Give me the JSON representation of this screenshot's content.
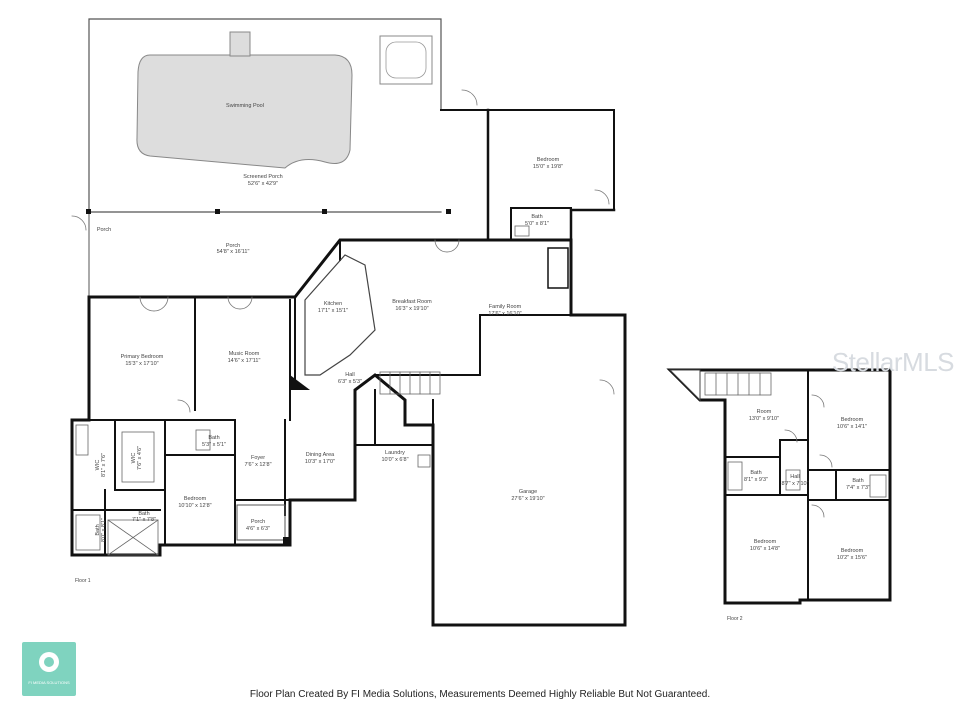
{
  "floor1": {
    "label": "Floor 1",
    "rooms": {
      "pool": {
        "name": "Swimming Pool",
        "dims": ""
      },
      "screened_porch": {
        "name": "Screened Porch",
        "dims": "52'6\" x 42'9\""
      },
      "porch": {
        "name": "Porch",
        "dims": ""
      },
      "porch2": {
        "name": "Porch",
        "dims": "54'8\" x 16'11\""
      },
      "bedroom_ne": {
        "name": "Bedroom",
        "dims": "15'0\" x 19'8\""
      },
      "bath_ne": {
        "name": "Bath",
        "dims": "5'0\" x 8'1\""
      },
      "kitchen": {
        "name": "Kitchen",
        "dims": "17'1\" x 15'1\""
      },
      "breakfast": {
        "name": "Breakfast Room",
        "dims": "16'3\" x 19'10\""
      },
      "family_room": {
        "name": "Family Room",
        "dims": "17'6\" x 16'10\""
      },
      "primary_bedroom": {
        "name": "Primary Bedroom",
        "dims": "15'3\" x 17'10\""
      },
      "music_room": {
        "name": "Music Room",
        "dims": "14'6\" x 17'11\""
      },
      "hall": {
        "name": "Hall",
        "dims": "6'3\" x 5'3\""
      },
      "bath_mid": {
        "name": "Bath",
        "dims": "5'3\" x 5'1\""
      },
      "wic": {
        "name": "WIC",
        "dims": "7'6\" x 4'6\""
      },
      "wic2": {
        "name": "WIC",
        "dims": "8'1\" x 7'6\""
      },
      "foyer": {
        "name": "Foyer",
        "dims": "7'6\" x 12'8\""
      },
      "dining": {
        "name": "Dining Area",
        "dims": "10'3\" x 17'0\""
      },
      "laundry": {
        "name": "Laundry",
        "dims": "10'0\" x 6'8\""
      },
      "garage": {
        "name": "Garage",
        "dims": "27'6\" x 19'10\""
      },
      "bedroom_sw": {
        "name": "Bedroom",
        "dims": "10'10\" x 12'8\""
      },
      "bath_sw": {
        "name": "Bath",
        "dims": "7'1\" x 7'8\""
      },
      "bath_w": {
        "name": "Bath",
        "dims": "8'0\" x 8'1\""
      },
      "porch_s": {
        "name": "Porch",
        "dims": "4'6\" x 6'3\""
      }
    }
  },
  "floor2": {
    "label": "Floor 2",
    "rooms": {
      "room": {
        "name": "Room",
        "dims": "13'0\" x 9'10\""
      },
      "bedroom_ne2": {
        "name": "Bedroom",
        "dims": "10'6\" x 14'1\""
      },
      "bath_w2": {
        "name": "Bath",
        "dims": "8'1\" x 9'3\""
      },
      "hall2": {
        "name": "Hall",
        "dims": "8'7\" x 7'10\""
      },
      "bath_e2": {
        "name": "Bath",
        "dims": "7'4\" x 7'3\""
      },
      "bedroom_sw2": {
        "name": "Bedroom",
        "dims": "10'6\" x 14'8\""
      },
      "bedroom_se2": {
        "name": "Bedroom",
        "dims": "10'2\" x 15'6\""
      }
    }
  },
  "watermark": "StellarMLS",
  "footer": "Floor Plan Created By FI Media Solutions, Measurements Deemed Highly Reliable But Not Guaranteed.",
  "logo_text": "FI MEDIA SOLUTIONS",
  "colors": {
    "wall": "#111111",
    "thin": "#555555",
    "pool": "#dddddd",
    "logo": "#7fd3bf"
  }
}
